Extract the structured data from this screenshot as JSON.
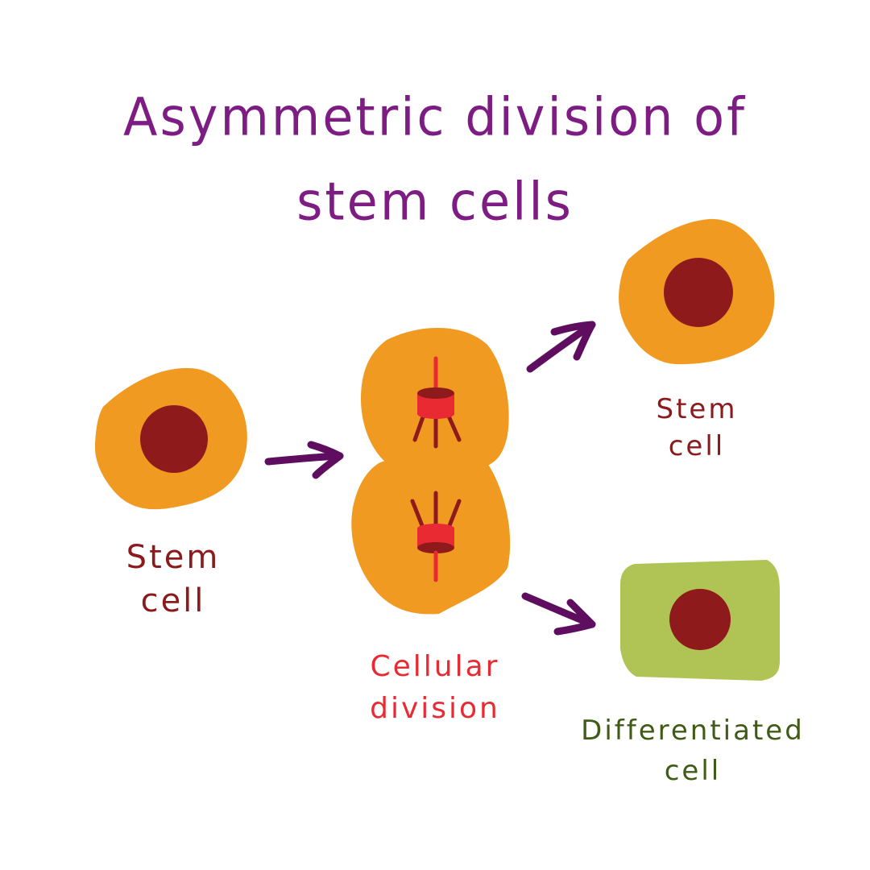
{
  "title": {
    "line1": "Asymmetric division of",
    "line2": "stem cells"
  },
  "labels": {
    "stem_cell_left": {
      "line1": "Stem",
      "line2": "cell"
    },
    "cellular_division": {
      "line1": "Cellular",
      "line2": "division"
    },
    "stem_cell_right": {
      "line1": "Stem",
      "line2": "cell"
    },
    "differentiated_cell": {
      "line1": "Differentiated",
      "line2": "cell"
    }
  },
  "colors": {
    "title": "#7d1c82",
    "cell_body": "#f09a22",
    "nucleus": "#8e1a1c",
    "differentiated_body": "#b0c455",
    "spindle": "#ea2a33",
    "arrow": "#5e0d5f",
    "label_stem": "#8b1a1c",
    "label_division": "#ea2a33",
    "label_differentiated": "#3f5b16"
  }
}
